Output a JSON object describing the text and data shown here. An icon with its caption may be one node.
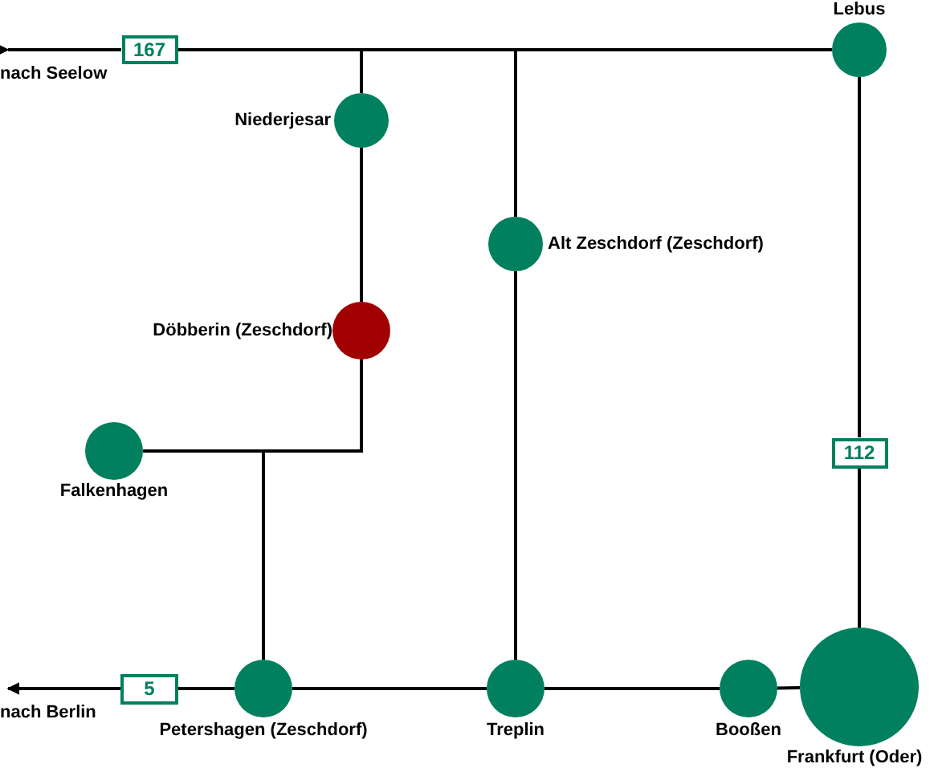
{
  "diagram": {
    "nodes": [
      {
        "text": [],
        "shape": "circle",
        "beside": [
          "Lebus"
        ]
      },
      {
        "text": [
          "167"
        ]
      },
      {
        "text": [],
        "shape": "circle",
        "beside": [
          "Niederjesar"
        ]
      },
      {
        "text": [],
        "shape": "circle",
        "beside": [
          "Alt Zeschdorf (Zeschdorf)"
        ]
      },
      {
        "text": [],
        "shape": "circle",
        "beside": [
          "Döbberin (Zeschdorf)"
        ]
      },
      {
        "text": [],
        "shape": "circle",
        "beside": [
          "Falkenhagen"
        ]
      },
      {
        "text": [
          "112"
        ]
      },
      {
        "text": [
          "5"
        ]
      },
      {
        "text": [],
        "shape": "circle",
        "beside": [
          "Petershagen (Zeschdorf)"
        ]
      },
      {
        "text": [],
        "shape": "circle",
        "beside": [
          "Treplin"
        ]
      },
      {
        "text": [],
        "shape": "circle",
        "beside": [
          "Booßen"
        ]
      },
      {
        "text": [],
        "shape": "circle",
        "beside": [
          "Frankfurt (Oder)"
        ]
      },
      {
        "text": [
          "nach Seelow"
        ]
      },
      {
        "text": [
          "nach Berlin"
        ]
      }
    ],
    "edges": [
      {
        "from": 0,
        "to": 1,
        "arrow": "none"
      },
      {
        "from": 1,
        "to": 12,
        "arrow": "to"
      },
      {
        "from": 2,
        "to": 0,
        "arrow": "none"
      },
      {
        "from": 3,
        "to": 0,
        "arrow": "none"
      },
      {
        "from": 2,
        "to": 4,
        "arrow": "none"
      },
      {
        "from": 4,
        "to": 8,
        "arrow": "none"
      },
      {
        "from": 5,
        "to": 8,
        "arrow": "none"
      },
      {
        "from": 3,
        "to": 9,
        "arrow": "none"
      },
      {
        "from": 0,
        "to": 6,
        "arrow": "none"
      },
      {
        "from": 6,
        "to": 11,
        "arrow": "none"
      },
      {
        "from": 11,
        "to": 10,
        "arrow": "none"
      },
      {
        "from": 10,
        "to": 9,
        "arrow": "none"
      },
      {
        "from": 9,
        "to": 8,
        "arrow": "none"
      },
      {
        "from": 8,
        "to": 7,
        "arrow": "none"
      },
      {
        "from": 7,
        "to": 13,
        "arrow": "to"
      }
    ]
  }
}
